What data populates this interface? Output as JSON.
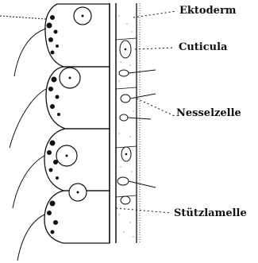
{
  "labels": {
    "ektoderm": "Ektoderm",
    "cuticula": "Cuticula",
    "nesselzelle": "Nesselzelle",
    "stuetzlamelle": "Stützlamelle"
  },
  "colors": {
    "ink": "#111111",
    "paper": "#ffffff"
  }
}
